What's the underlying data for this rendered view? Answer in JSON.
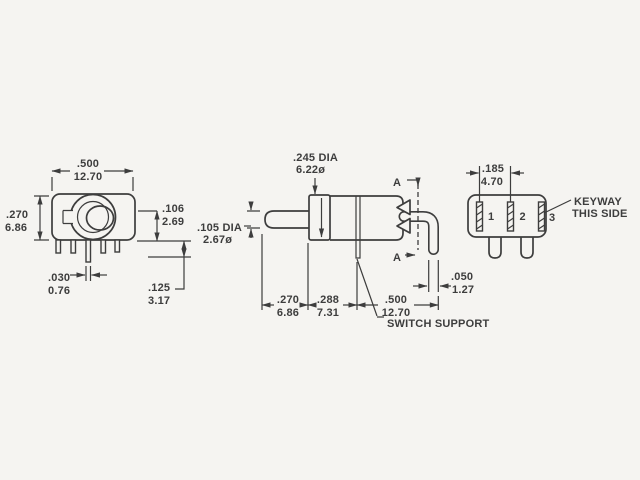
{
  "title": "toggle switch dimensional drawing",
  "colors": {
    "background": "#f5f4f1",
    "ink": "#3d3d3d"
  },
  "front": {
    "width_in": ".500",
    "width_mm": "12.70",
    "height_in": ".270",
    "height_mm": "6.86",
    "step_in": ".106",
    "step_mm": "2.69",
    "pin_w_in": ".030",
    "pin_w_mm": "0.76",
    "pin_l_in": ".125",
    "pin_l_mm": "3.17"
  },
  "side": {
    "bushing_dia_in": ".245 DIA",
    "bushing_dia_mm": "6.22ø",
    "lever_dia_in": ".105 DIA",
    "lever_dia_mm": "2.67ø",
    "section_label": "A",
    "dim_a_in": ".270",
    "dim_a_mm": "6.86",
    "dim_b_in": ".288",
    "dim_b_mm": "7.31",
    "dim_c_in": ".500",
    "dim_c_mm": "12.70",
    "term_in": ".050",
    "term_mm": "1.27",
    "support_label": "SWITCH SUPPORT"
  },
  "end": {
    "pitch_in": ".185",
    "pitch_mm": "4.70",
    "pin1": "1",
    "pin2": "2",
    "pin3": "3",
    "keyway_line1": "KEYWAY",
    "keyway_line2": "THIS SIDE"
  }
}
